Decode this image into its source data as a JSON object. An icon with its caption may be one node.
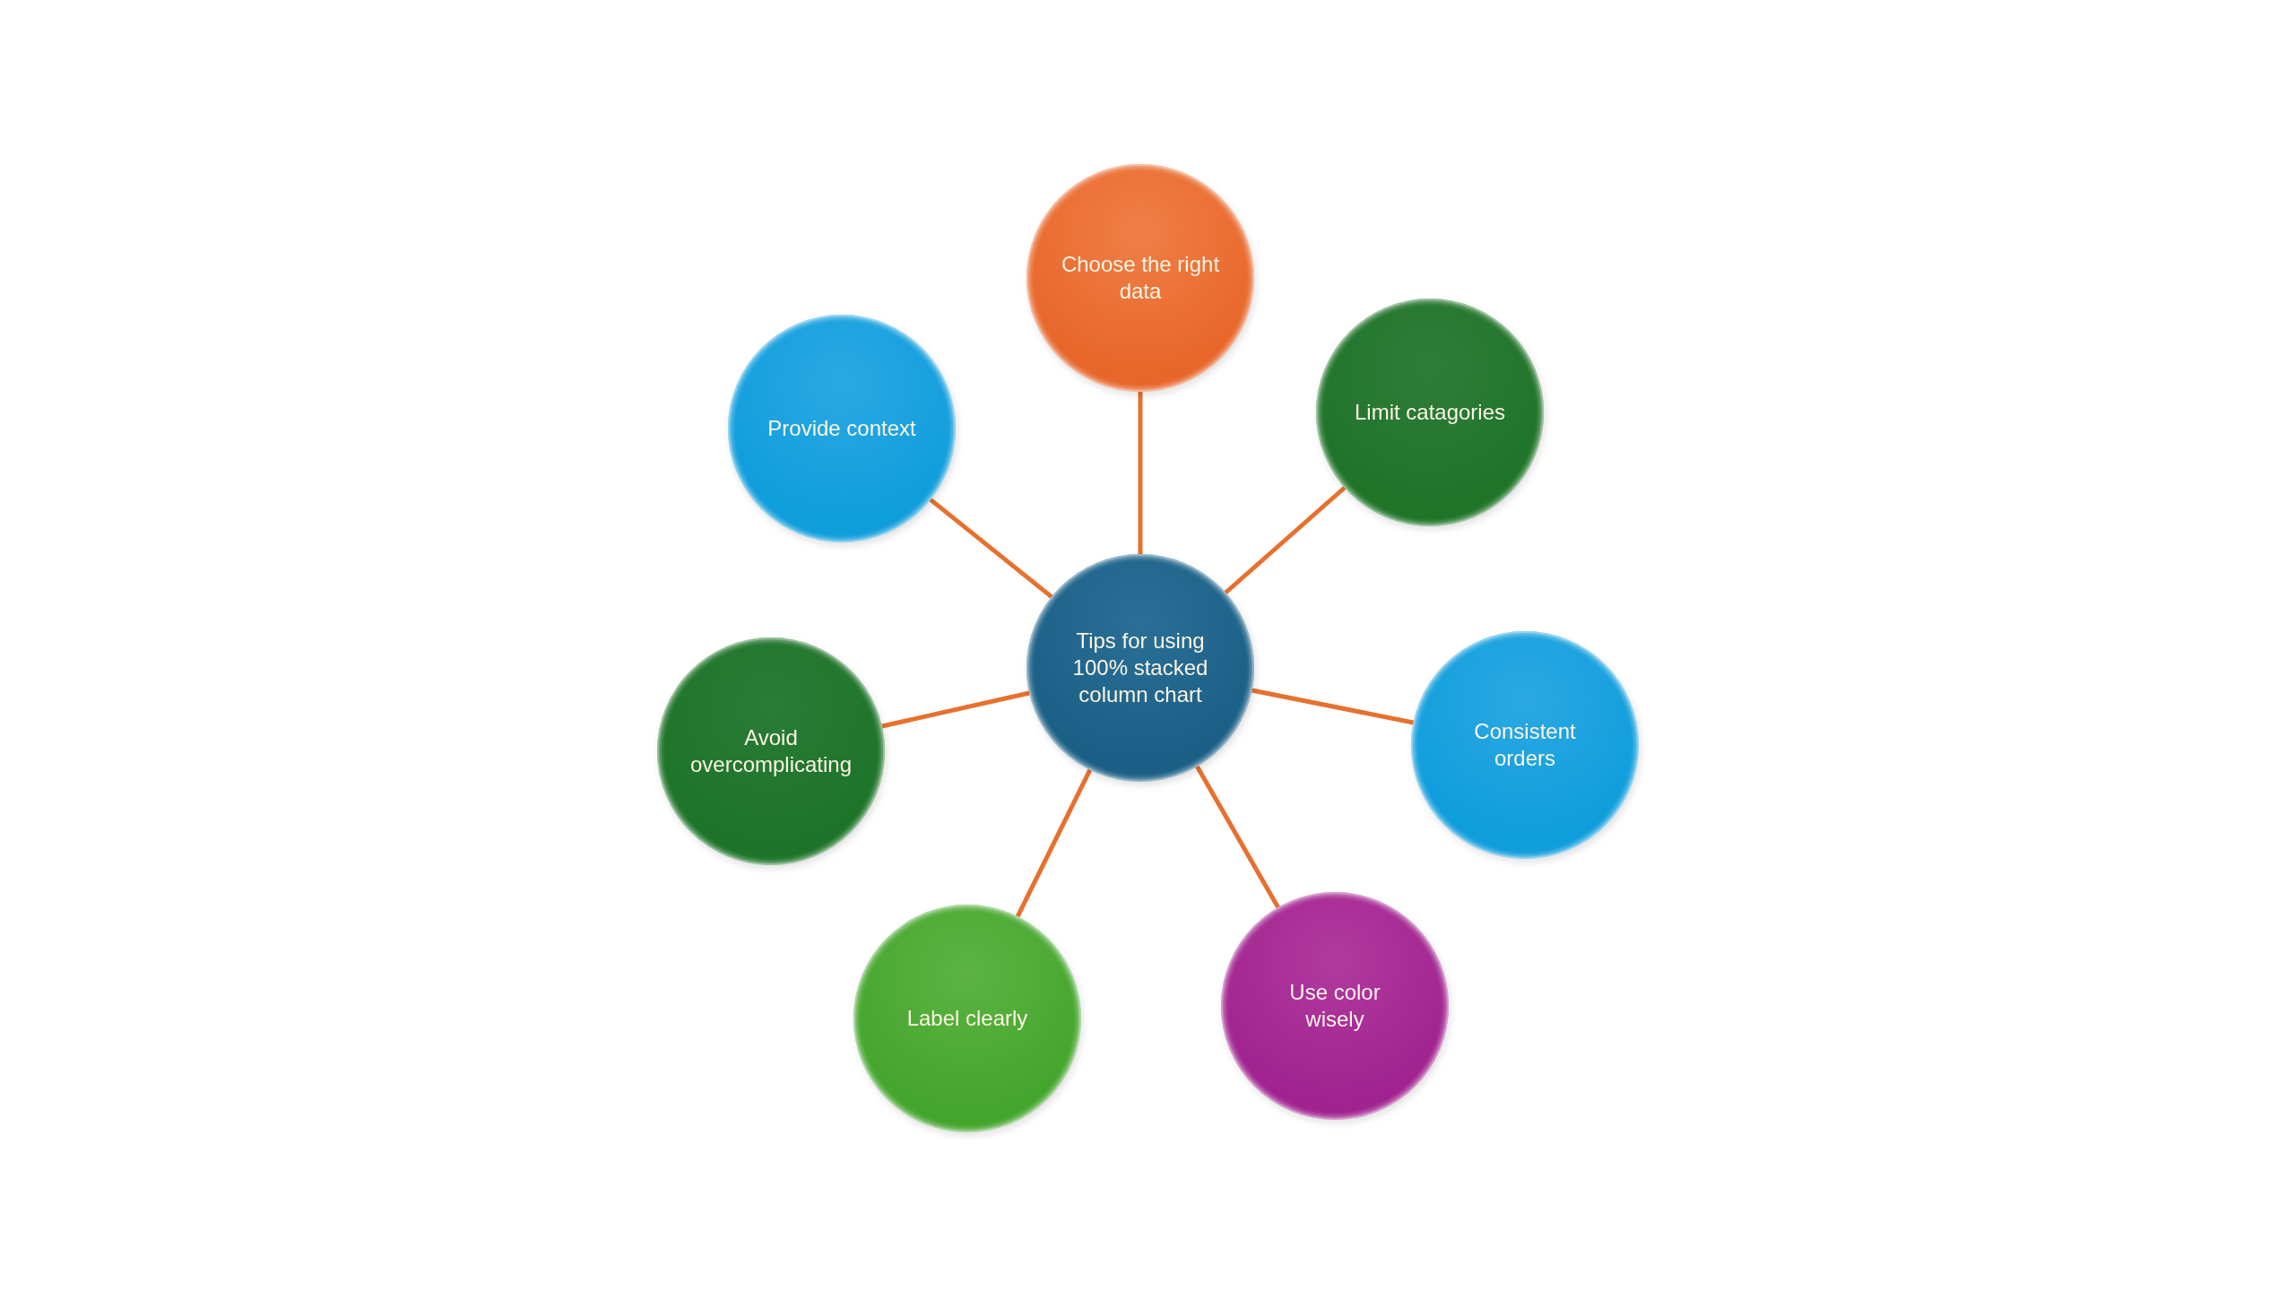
{
  "diagram": {
    "nodes": [
      {
        "text": [
          "Tips for using 100% stacked column chart"
        ]
      },
      {
        "text": [
          "Choose the right data"
        ]
      },
      {
        "text": [
          "Limit catagories"
        ]
      },
      {
        "text": [
          "Consistent orders"
        ]
      },
      {
        "text": [
          "Use color wisely"
        ]
      },
      {
        "text": [
          "Label clearly"
        ]
      },
      {
        "text": [
          "Avoid overcomplicating"
        ]
      },
      {
        "text": [
          "Provide context"
        ]
      }
    ],
    "edges": [
      {
        "from": 0,
        "to": 1,
        "arrow": "none"
      },
      {
        "from": 0,
        "to": 2,
        "arrow": "none"
      },
      {
        "from": 0,
        "to": 3,
        "arrow": "none"
      },
      {
        "from": 0,
        "to": 4,
        "arrow": "none"
      },
      {
        "from": 0,
        "to": 5,
        "arrow": "none"
      },
      {
        "from": 0,
        "to": 6,
        "arrow": "none"
      },
      {
        "from": 0,
        "to": 7,
        "arrow": "none"
      }
    ]
  }
}
